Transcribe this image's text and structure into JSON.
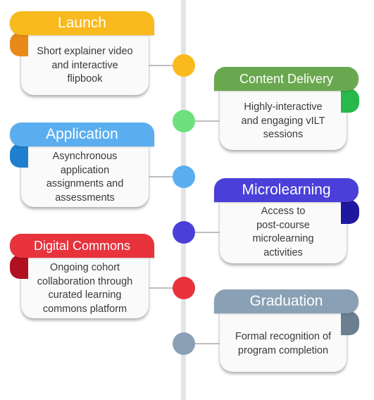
{
  "stages": [
    {
      "title": "Launch",
      "description": "Short explainer video\nand interactive\nflipbook",
      "color": "#f8ba1c",
      "fold_color": "#e88a1a"
    },
    {
      "title": "Content Delivery",
      "description": "Highly-interactive\nand engaging vILT\nsessions",
      "color": "#6aa84f",
      "fold_color": "#29b84a"
    },
    {
      "title": "Application",
      "description": "Asynchronous\napplication\nassignments  and\nassessments",
      "color": "#5aaef0",
      "fold_color": "#1f7fce"
    },
    {
      "title": "Microlearning",
      "description": "Access to\npost-course\nmicrolearning\nactivities",
      "color": "#4a3fd8",
      "fold_color": "#1e18a0"
    },
    {
      "title": "Digital Commons",
      "description": "Ongoing cohort\ncollaboration through\ncurated learning\ncommons platform",
      "color": "#e8323c",
      "fold_color": "#b01020"
    },
    {
      "title": "Graduation",
      "description": "Formal recognition of\nprogram completion",
      "color": "#8aa0b4",
      "fold_color": "#6b7f91"
    }
  ],
  "dot_colors": [
    "#f8ba1c",
    "#6fe07e",
    "#5aaef0",
    "#4a3fd8",
    "#e8323c",
    "#8aa0b4"
  ]
}
